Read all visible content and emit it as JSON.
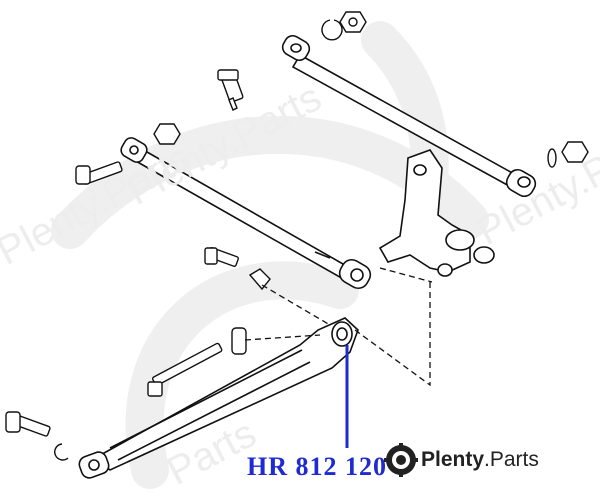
{
  "part_number": "HR 812 120",
  "logo": {
    "name_bold": "Plenty",
    "name_rest": ".Parts",
    "icon": "gear-camera-icon"
  },
  "watermarks": [
    "Plenty.Parts",
    "Plenty.Parts",
    "Parts",
    "Plenty.P"
  ],
  "colors": {
    "part_label": "#1f2bd0",
    "pointer_line": "#1f2bd0",
    "drawing_line": "#111111",
    "watermark": "#e9e9e9"
  }
}
